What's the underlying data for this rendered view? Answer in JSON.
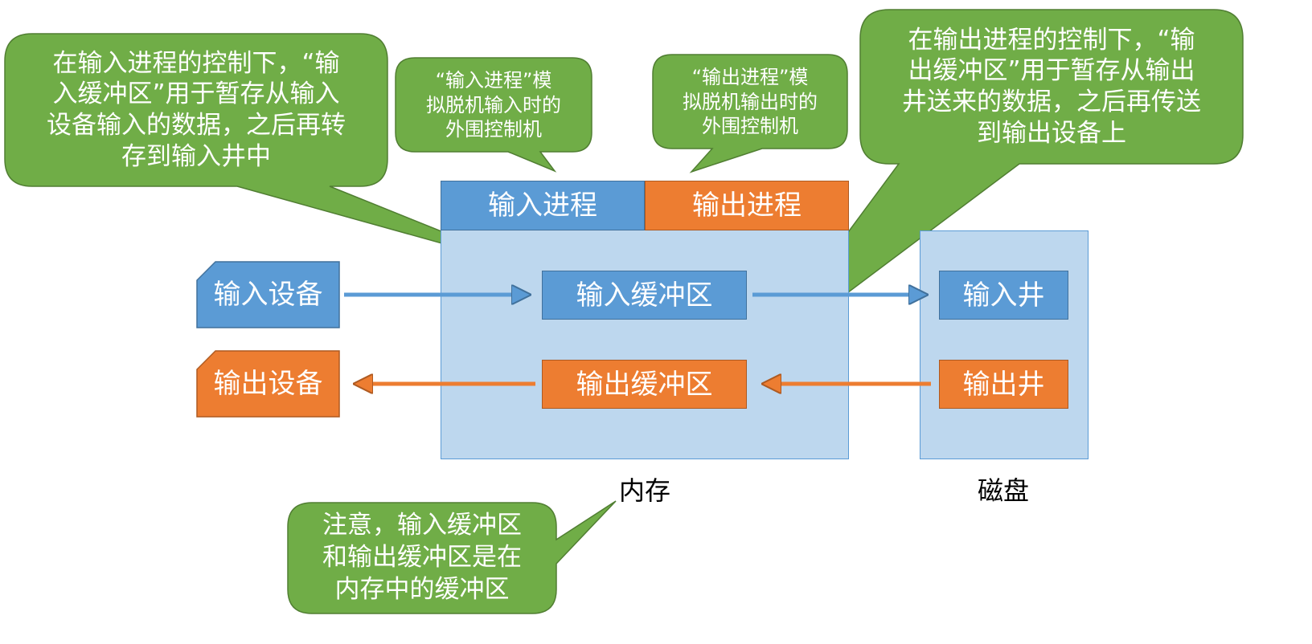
{
  "process_bar": {
    "input_process": "输入进程",
    "output_process": "输出进程"
  },
  "devices": {
    "input_device": "输入设备",
    "output_device": "输出设备"
  },
  "buffers": {
    "input_buffer": "输入缓冲区",
    "output_buffer": "输出缓冲区"
  },
  "wells": {
    "input_well": "输入井",
    "output_well": "输出井"
  },
  "labels": {
    "memory": "内存",
    "disk": "磁盘"
  },
  "callouts": {
    "input_buffer_note": "在输入进程的控制下，“输\n入缓冲区”用于暂存从输入\n设备输入的数据，之后再转\n存到输入井中",
    "input_process_note": "“输入进程”模\n拟脱机输入时的\n外围控制机",
    "output_process_note": "“输出进程”模\n拟脱机输出时的\n外围控制机",
    "output_buffer_note": "在输出进程的控制下，“输\n出缓冲区”用于暂存从输出\n井送来的数据，之后再传送\n到输出设备上",
    "memory_note": "注意，输入缓冲区\n和输出缓冲区是在\n内存中的缓冲区"
  },
  "colors": {
    "blue": "#5b9bd5",
    "orange": "#ed7d31",
    "light_blue": "#bdd7ee",
    "callout_green": "#70ad47"
  }
}
